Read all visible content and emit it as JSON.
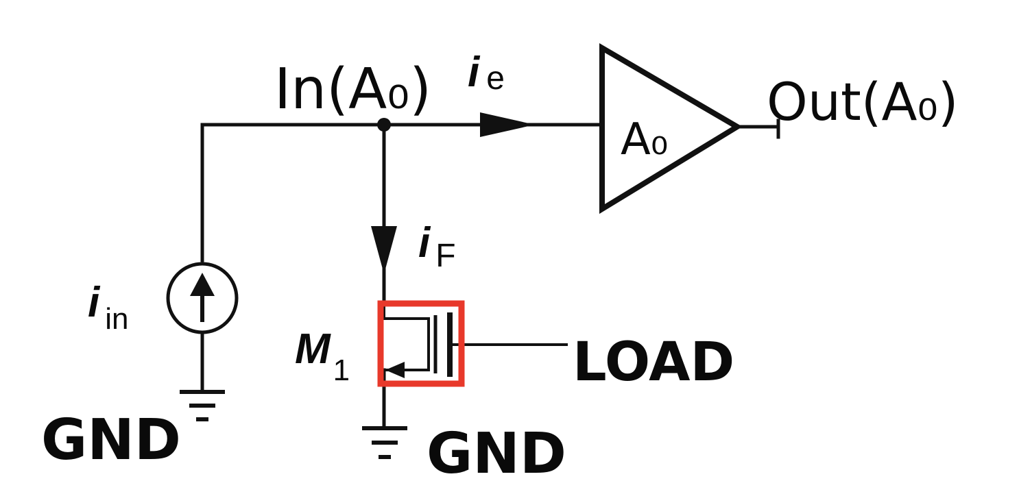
{
  "labels": {
    "in_node": "In(A₀)",
    "out_node": "Out(A₀)",
    "amp": "A₀",
    "ie_main": "i",
    "ie_sub": "e",
    "if_main": "i",
    "if_sub": "F",
    "iin_main": "i",
    "iin_sub": "in",
    "m1_main": "M",
    "m1_sub": "1",
    "load": "LOAD",
    "gnd_left": "GND",
    "gnd_right": "GND"
  },
  "colors": {
    "wire": "#111111",
    "highlight": "#e8392b"
  }
}
